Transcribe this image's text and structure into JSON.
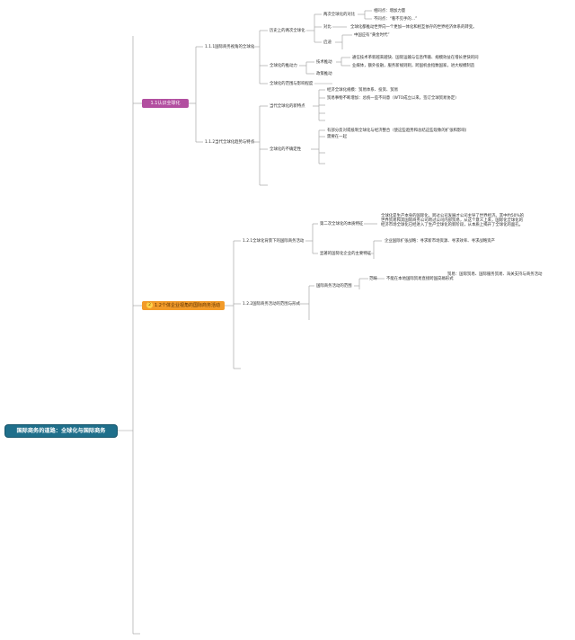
{
  "root": {
    "label": "国际商务的道路：全球化与国际商务"
  },
  "branches": [
    {
      "label": "1.1认识全球化",
      "children": [
        {
          "label": "1.1.1国际商务视角的全球化",
          "children": [
            {
              "label": "历史上的两次全球化",
              "children": [
                {
                  "label": "两次全球化的对比",
                  "children": [
                    "相同点：增加力量",
                    "不同点：“看不见手的…”"
                  ]
                },
                {
                  "label": "对比",
                  "children": [
                    "全球化都推动世界向一个更加一体化和相互依存的世界经济体系的转变。"
                  ]
                },
                {
                  "label": "启迪",
                  "children": [
                    "中国应有“黄金时代”"
                  ]
                }
              ]
            },
            {
              "label": "全球化的推动力",
              "children": [
                {
                  "label": "技术推动",
                  "children": [
                    "通信技术革新越来越快、国际运输与信息传输、规模效益在增长更快的同",
                    "业媒体，额外投融，服务新规则则，跨国机会指数国家，进大规模制造"
                  ]
                },
                {
                  "label": "政策推动",
                  "children": []
                }
              ]
            },
            {
              "label": "全球化的范围与影响程度",
              "children": []
            }
          ]
        },
        {
          "label": "1.1.2当代全球化趋势与特点",
          "children": [
            {
              "label": "当代全球化的新特点",
              "children": [
                "经济全球化规模：贸易体系、投资、贸易",
                "贸易事物不断增加：总统一些不同意（WTO成立以来，签订全球贸易协定）",
                "",
                "",
                ""
              ]
            },
            {
              "label": "全球化的不确定性",
              "children": [
                "有部分反对或抵制全球化与经济整合（使这些趋势和总结这些现象的扩张和影响）",
                "需要在一起",
                "",
                ""
              ]
            }
          ]
        }
      ]
    },
    {
      "label": "1.2个体企业视角的国际商务活动",
      "number": "2",
      "children": [
        {
          "label": "1.2.1全球化背景下的国际商务活动",
          "children": [
            {
              "label": "第二次全球化的本质特征",
              "children": [
                "全球化是生产本身的国际化，跨过公司发展才公司主导了世界经济。其中约50%的世界贸易和其国际商务公司跨过公司内部贸易，从这个意义上来，国际化全球化的经济市场全球化已经进入了生产全球化的新阶段，从本质上揭开了全球化的面孔。"
              ]
            },
            {
              "label": "显著的国际化企业的主要特征",
              "children": [
                "企业国际扩张战略：寻求新市场资源、寻求效率、寻求战略资产"
              ]
            }
          ]
        },
        {
          "label": "1.2.2国际商务活动的范围与形式",
          "children": [
            {
              "label": "国际商务活动的范围",
              "children": [
                {
                  "label": "范畴",
                  "children": [
                    {
                      "label": "不能在本地国际贸易直接跨国交易形式",
                      "children": [
                        "贸易：国际贸易、国际服务贸易、海关支持与商务活动"
                      ]
                    }
                  ]
                }
              ]
            }
          ]
        }
      ]
    }
  ]
}
